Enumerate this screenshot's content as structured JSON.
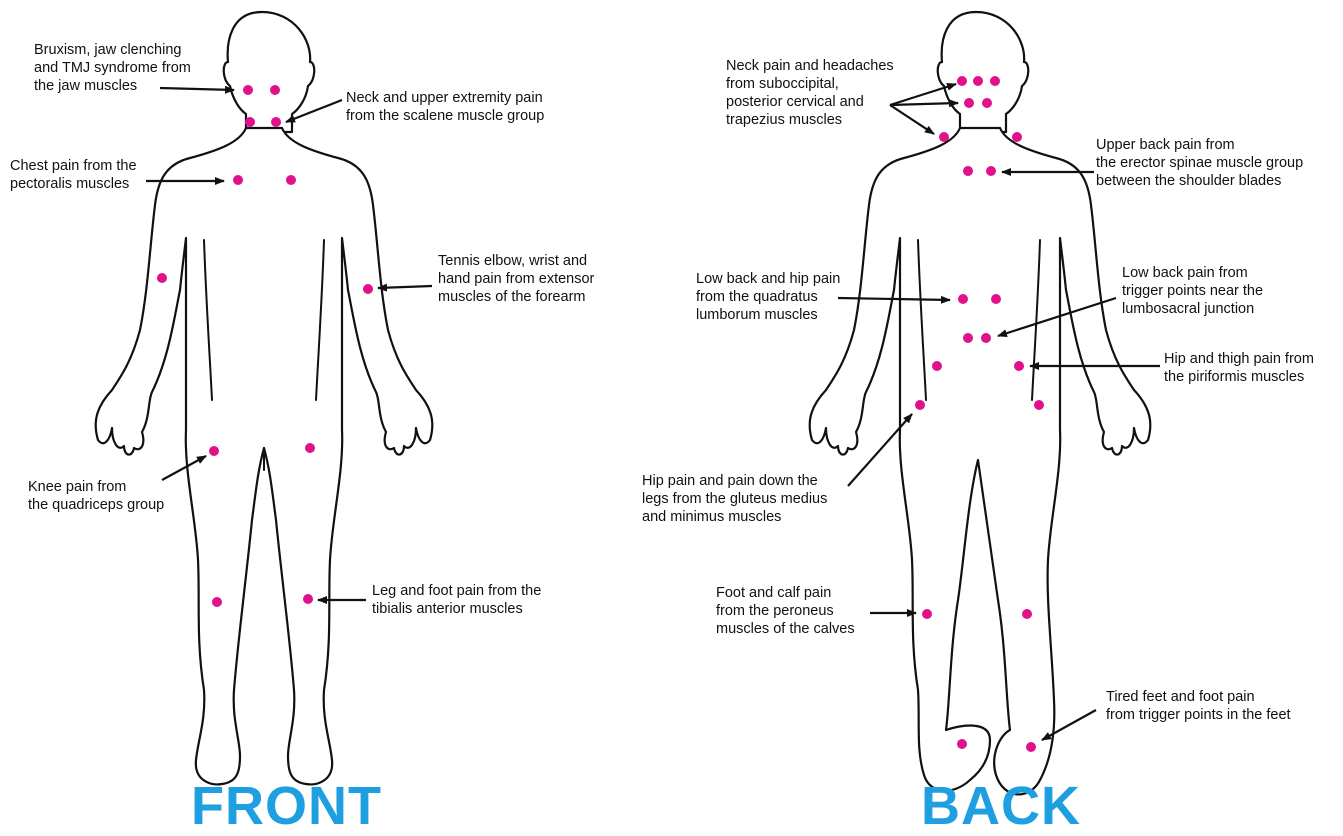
{
  "colors": {
    "trigger_point": "#e0118a",
    "title": "#1e9fe0",
    "outline": "#111111"
  },
  "front": {
    "title": "FRONT",
    "labels": {
      "bruxism": "Bruxism, jaw clenching\nand TMJ syndrome from\nthe jaw muscles",
      "neck": "Neck and upper extremity pain\nfrom the scalene muscle group",
      "chest": "Chest pain from the\npectoralis muscles",
      "tennis": "Tennis elbow, wrist and\nhand pain from extensor\nmuscles of the forearm",
      "knee": "Knee pain from\nthe quadriceps group",
      "leg": "Leg and foot pain from the\ntibialis anterior muscles"
    }
  },
  "back": {
    "title": "BACK",
    "labels": {
      "neck": "Neck pain and headaches\nfrom suboccipital,\nposterior cervical and\ntrapezius muscles",
      "upper_back": "Upper back pain from\nthe erector spinae muscle group\nbetween the shoulder blades",
      "low_back_hip": "Low back and hip pain\nfrom the quadratus\nlumborum muscles",
      "lumbosacral": "Low back pain from\ntrigger points near the\nlumbosacral junction",
      "piriformis": "Hip and thigh pain from\nthe piriformis muscles",
      "gluteus": "Hip pain and pain down the\nlegs from the gluteus medius\nand minimus muscles",
      "peroneus": "Foot and calf pain\nfrom the peroneus\nmuscles of the calves",
      "feet": "Tired feet and foot pain\nfrom trigger points in the feet"
    }
  }
}
